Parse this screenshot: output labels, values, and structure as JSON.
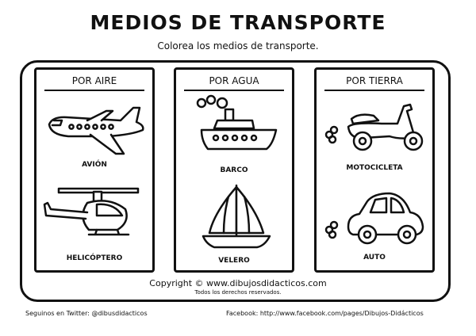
{
  "title": "MEDIOS DE TRANSPORTE",
  "subtitle": "Colorea los medios de transporte.",
  "sections": [
    {
      "heading": "POR AIRE",
      "items": [
        {
          "label": "AVIÓN",
          "icon": "airplane-icon"
        },
        {
          "label": "HELICÓPTERO",
          "icon": "helicopter-icon"
        }
      ]
    },
    {
      "heading": "POR AGUA",
      "items": [
        {
          "label": "BARCO",
          "icon": "ship-icon"
        },
        {
          "label": "VELERO",
          "icon": "sailboat-icon"
        }
      ]
    },
    {
      "heading": "POR TIERRA",
      "items": [
        {
          "label": "MOTOCICLETA",
          "icon": "scooter-icon"
        },
        {
          "label": "AUTO",
          "icon": "car-icon"
        }
      ]
    }
  ],
  "footer": {
    "copyright": "Copyright © www.dibujosdidacticos.com",
    "rights": "Todos los derechos reservados.",
    "twitter": "Seguinos en Twitter: @dibusdidacticos",
    "facebook": "Facebook:   http://www.facebook.com/pages/Dibujos-Didácticos"
  }
}
